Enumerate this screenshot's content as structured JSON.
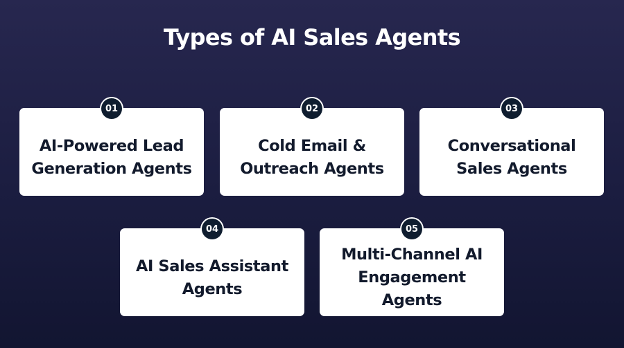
{
  "title": "Types of AI Sales Agents",
  "cards": [
    {
      "number": "01",
      "line1": "AI-Powered Lead",
      "line2": "Generation Agents"
    },
    {
      "number": "02",
      "line1": "Cold Email &",
      "line2": "Outreach Agents"
    },
    {
      "number": "03",
      "line1": "Conversational",
      "line2": "Sales Agents"
    },
    {
      "number": "04",
      "line1": "AI Sales Assistant",
      "line2": "Agents"
    },
    {
      "number": "05",
      "line1": "Multi-Channel AI",
      "line2": "Engagement Agents"
    }
  ],
  "colors": {
    "background_top": "#27274f",
    "background_bottom": "#121531",
    "card": "#ffffff",
    "badge": "#0f1d2f",
    "card_text": "#121a2c"
  }
}
